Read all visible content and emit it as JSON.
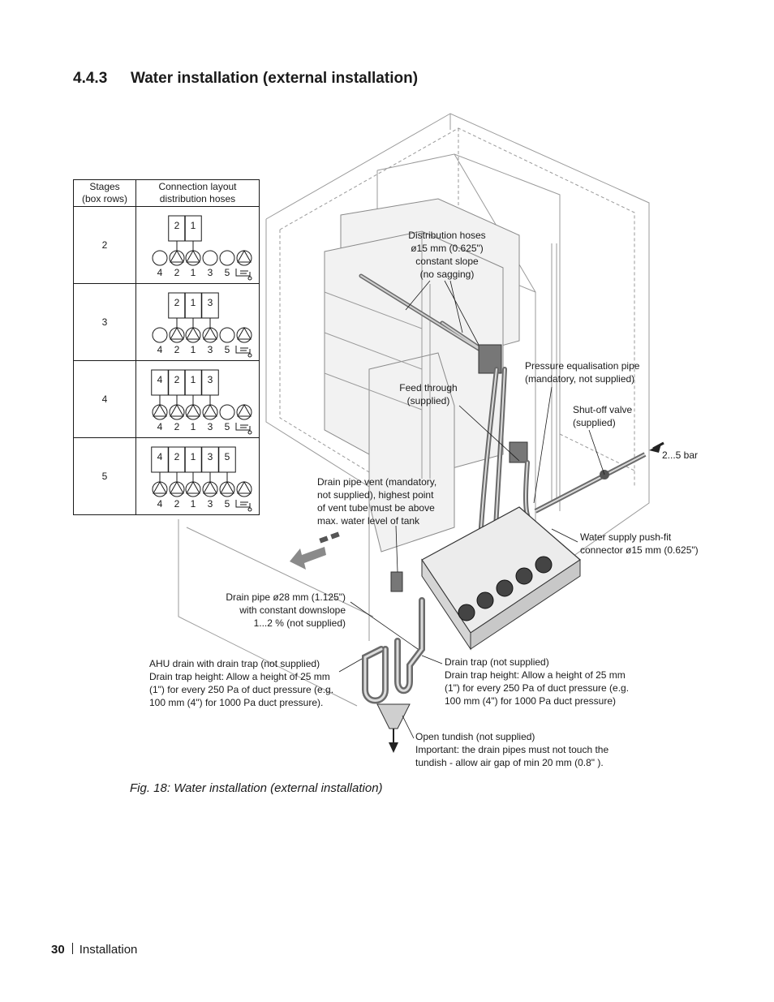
{
  "heading": {
    "number": "4.4.3",
    "title": "Water installation (external installation)"
  },
  "table": {
    "headers": [
      "Stages\n(box rows)",
      "Connection layout\ndistribution hoses"
    ],
    "rows": [
      {
        "stage": "2",
        "boxes": [
          "2",
          "1"
        ],
        "pumps": [
          "4",
          "2",
          "1",
          "3",
          "5"
        ]
      },
      {
        "stage": "3",
        "boxes": [
          "2",
          "1",
          "3"
        ],
        "pumps": [
          "4",
          "2",
          "1",
          "3",
          "5"
        ]
      },
      {
        "stage": "4",
        "boxes": [
          "4",
          "2",
          "1",
          "3"
        ],
        "pumps": [
          "4",
          "2",
          "1",
          "3",
          "5"
        ]
      },
      {
        "stage": "5",
        "boxes": [
          "4",
          "2",
          "1",
          "3",
          "5"
        ],
        "pumps": [
          "4",
          "2",
          "1",
          "3",
          "5"
        ]
      }
    ]
  },
  "labels": {
    "distribution_hoses": "Distribution hoses\nø15 mm (0.625\")\nconstant slope\n(no sagging)",
    "pressure_equalisation": "Pressure equalisation pipe\n(mandatory, not supplied)",
    "feed_through": "Feed through\n(supplied)",
    "shutoff_valve": "Shut-off valve\n(supplied)",
    "pressure": "2...5 bar",
    "drain_vent": "Drain pipe vent (mandatory,\nnot supplied), highest point\nof vent tube must be above\nmax. water level of tank",
    "water_supply": "Water supply push-fit\nconnector ø15 mm (0.625\")",
    "drain_pipe": "Drain pipe ø28 mm (1.125\")\nwith constant downslope\n1...2 % (not supplied)",
    "ahu_drain": "AHU drain with drain trap (not supplied)\nDrain trap height: Allow a height of 25 mm\n(1\") for every 250 Pa of duct pressure (e.g.\n100 mm (4\") for 1000 Pa duct pressure).",
    "drain_trap": "Drain trap (not supplied)\nDrain trap height: Allow a height of 25 mm\n(1\") for every 250 Pa of duct pressure (e.g.\n100 mm (4\") for 1000 Pa duct pressure)",
    "open_tundish": "Open tundish (not supplied)\nImportant: the drain pipes must not touch the\ntundish - allow air gap of min 20 mm (0.8\"  )."
  },
  "caption": "Fig. 18: Water installation (external installation)",
  "footer": {
    "page_number": "30",
    "section": "Installation"
  }
}
